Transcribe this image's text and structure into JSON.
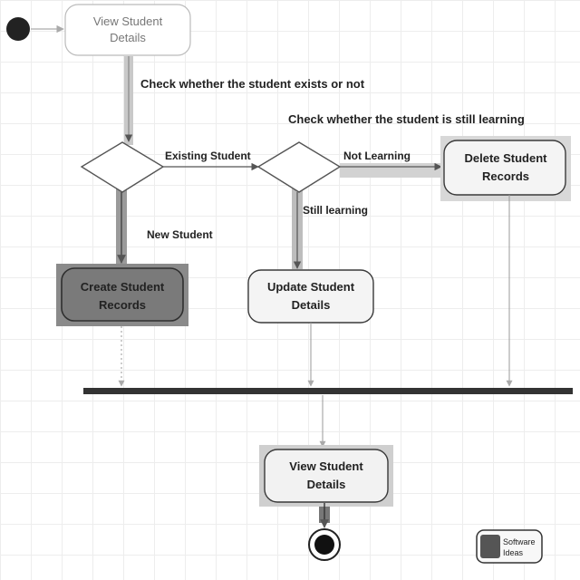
{
  "diagram": {
    "nodes": {
      "view_student_top": {
        "line1": "View Student",
        "line2": "Details"
      },
      "create_records": {
        "line1": "Create Student",
        "line2": "Records"
      },
      "update_details": {
        "line1": "Update Student",
        "line2": "Details"
      },
      "delete_records": {
        "line1": "Delete Student",
        "line2": "Records"
      },
      "view_student_bottom": {
        "line1": "View Student",
        "line2": "Details"
      }
    },
    "notes": {
      "exists_check": "Check whether the student exists or not",
      "learning_check": "Check whether the student is still learning"
    },
    "edge_labels": {
      "existing_student": "Existing Student",
      "new_student": "New Student",
      "not_learning": "Not Learning",
      "still_learning": "Still learning"
    },
    "watermark": {
      "line1": "Software",
      "line2": "Ideas"
    },
    "colors": {
      "highlight": "#cfcfcf",
      "dark_fill": "#7a7a7a",
      "node_fill": "#f6f6f6",
      "bar": "#333333",
      "node_border": "#3a3a3a"
    }
  }
}
